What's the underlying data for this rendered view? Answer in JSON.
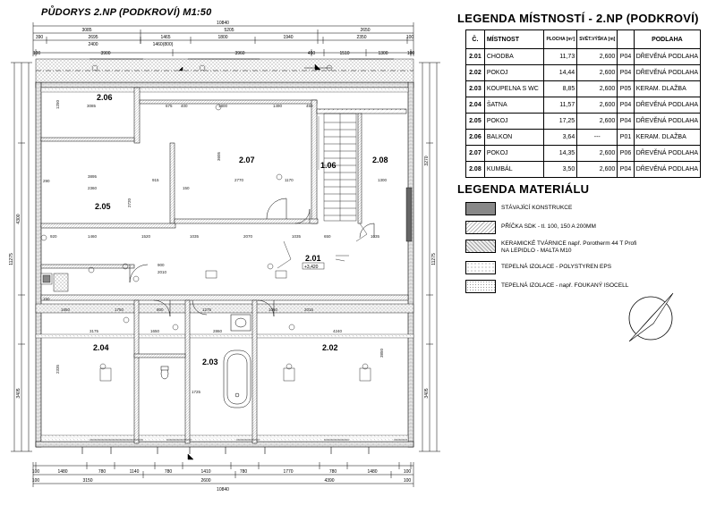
{
  "plan_title": "PŮDORYS 2.NP (PODKROVÍ) M1:50",
  "rooms_legend": {
    "title": "LEGENDA MÍSTNOSTÍ - 2.NP (PODKROVÍ)",
    "headers": {
      "no": "Č.",
      "name": "MÍSTNOST",
      "area": "PLOCHA [m²]",
      "height": "SVĚT.VÝŠKA [m]",
      "floor": "PODLAHA"
    },
    "rows": [
      {
        "no": "2.01",
        "name": "CHODBA",
        "area": "11,73",
        "height": "2,600",
        "code": "P04",
        "floor": "DŘEVĚNÁ PODLAHA"
      },
      {
        "no": "2.02",
        "name": "POKOJ",
        "area": "14,44",
        "height": "2,600",
        "code": "P04",
        "floor": "DŘEVĚNÁ PODLAHA"
      },
      {
        "no": "2.03",
        "name": "KOUPELNA S WC",
        "area": "8,85",
        "height": "2,600",
        "code": "P05",
        "floor": "KERAM. DLAŽBA"
      },
      {
        "no": "2.04",
        "name": "ŠATNA",
        "area": "11,57",
        "height": "2,600",
        "code": "P04",
        "floor": "DŘEVĚNÁ PODLAHA"
      },
      {
        "no": "2.05",
        "name": "POKOJ",
        "area": "17,25",
        "height": "2,600",
        "code": "P04",
        "floor": "DŘEVĚNÁ PODLAHA"
      },
      {
        "no": "2.06",
        "name": "BALKON",
        "area": "3,64",
        "height": "---",
        "code": "P01",
        "floor": "KERAM. DLAŽBA"
      },
      {
        "no": "2.07",
        "name": "POKOJ",
        "area": "14,35",
        "height": "2,600",
        "code": "P06",
        "floor": "DŘEVĚNÁ PODLAHA"
      },
      {
        "no": "2.08",
        "name": "KUMBÁL",
        "area": "3,50",
        "height": "2,600",
        "code": "P04",
        "floor": "DŘEVĚNÁ PODLAHA"
      }
    ]
  },
  "materials_legend": {
    "title": "LEGENDA MATERIÁLU",
    "items": [
      {
        "label": "STÁVAJÍCÍ KONSTRUKCE",
        "label2": ""
      },
      {
        "label": "PŘÍČKA SDK - tl. 100, 150 A 200MM",
        "label2": ""
      },
      {
        "label": "KERAMICKÉ TVÁRNICE  např. Porotherm 44 T Profi",
        "label2": "NA LEPIDLO - MALTA M10"
      },
      {
        "label": "TEPELNÁ IZOLACE - POLYSTYREN EPS",
        "label2": ""
      },
      {
        "label": "TEPELNÁ IZOLACE - např. FOUKANÝ ISOCELL",
        "label2": ""
      }
    ]
  },
  "plan": {
    "room_labels": [
      {
        "id": "2.06",
        "text": "2.06"
      },
      {
        "id": "2.05",
        "text": "2.05"
      },
      {
        "id": "2.07",
        "text": "2.07"
      },
      {
        "id": "1.06",
        "text": "1.06"
      },
      {
        "id": "2.08",
        "text": "2.08"
      },
      {
        "id": "2.01",
        "text": "2.01"
      },
      {
        "id": "2.04",
        "text": "2.04"
      },
      {
        "id": "2.03",
        "text": "2.03"
      },
      {
        "id": "2.02",
        "text": "2.02"
      }
    ],
    "level_mark": "+3,420",
    "top_dims_row1": [
      "10840"
    ],
    "top_dims_row2": [
      "3085",
      "5205",
      "2650"
    ],
    "top_dims_row3": [
      "390",
      "2695",
      "1465",
      "1800",
      "1940",
      "2350",
      "100"
    ],
    "top_dims_row4": [
      "2400",
      "1460(800)"
    ],
    "top_dims_row5": [
      "100",
      "3900",
      "3960",
      "450",
      "1510",
      "1300",
      "100"
    ],
    "bottom_dims_row1": [
      "100",
      "1480",
      "780",
      "1140",
      "780",
      "1410",
      "780",
      "1770",
      "780",
      "1480",
      "100"
    ],
    "bottom_dims_row2": [
      "100",
      "3150",
      "2600",
      "4390",
      "100"
    ],
    "bottom_dims_row3": [
      "10840"
    ],
    "left_dims": [
      "11275",
      "4300",
      "3405"
    ],
    "right_dims": [
      "11275",
      "3270",
      "3405"
    ],
    "interior_dims": [
      "3085",
      "675",
      "400",
      "1800",
      "1490",
      "450",
      "3895",
      "2360",
      "915",
      "2770",
      "1170",
      "1300",
      "920",
      "1460",
      "1520",
      "1035",
      "2070",
      "1035",
      "650",
      "1035",
      "900",
      "2010",
      "1650",
      "1750",
      "800",
      "1275",
      "1060",
      "2015",
      "4240",
      "3175",
      "1650",
      "2860",
      "1725",
      "3605",
      "2335",
      "3850",
      "2720",
      "150",
      "290",
      "1250",
      "150"
    ]
  }
}
